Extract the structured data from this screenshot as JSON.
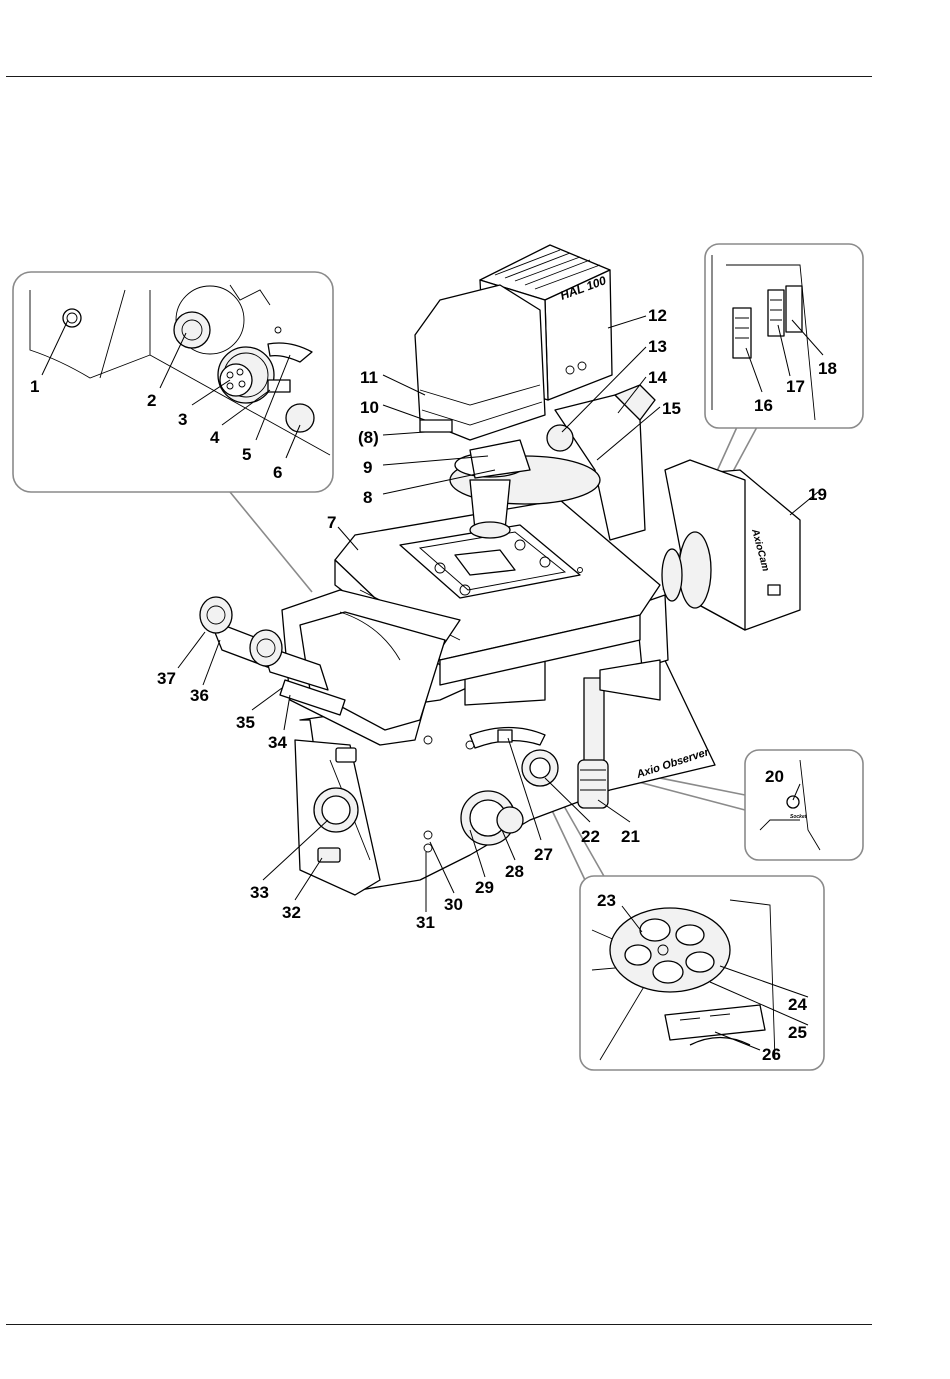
{
  "figure": {
    "callouts": [
      "1",
      "2",
      "3",
      "4",
      "5",
      "6",
      "7",
      "8",
      "9",
      "10",
      "(8)",
      "11",
      "12",
      "13",
      "14",
      "15",
      "16",
      "17",
      "18",
      "19",
      "20",
      "21",
      "22",
      "23",
      "24",
      "25",
      "26",
      "27",
      "28",
      "29",
      "30",
      "31",
      "32",
      "33",
      "34",
      "35",
      "36",
      "37"
    ],
    "device_labels": {
      "lamp_housing": "HAL 100",
      "stand": "Axio Observer",
      "camera": "AxioCam"
    }
  }
}
